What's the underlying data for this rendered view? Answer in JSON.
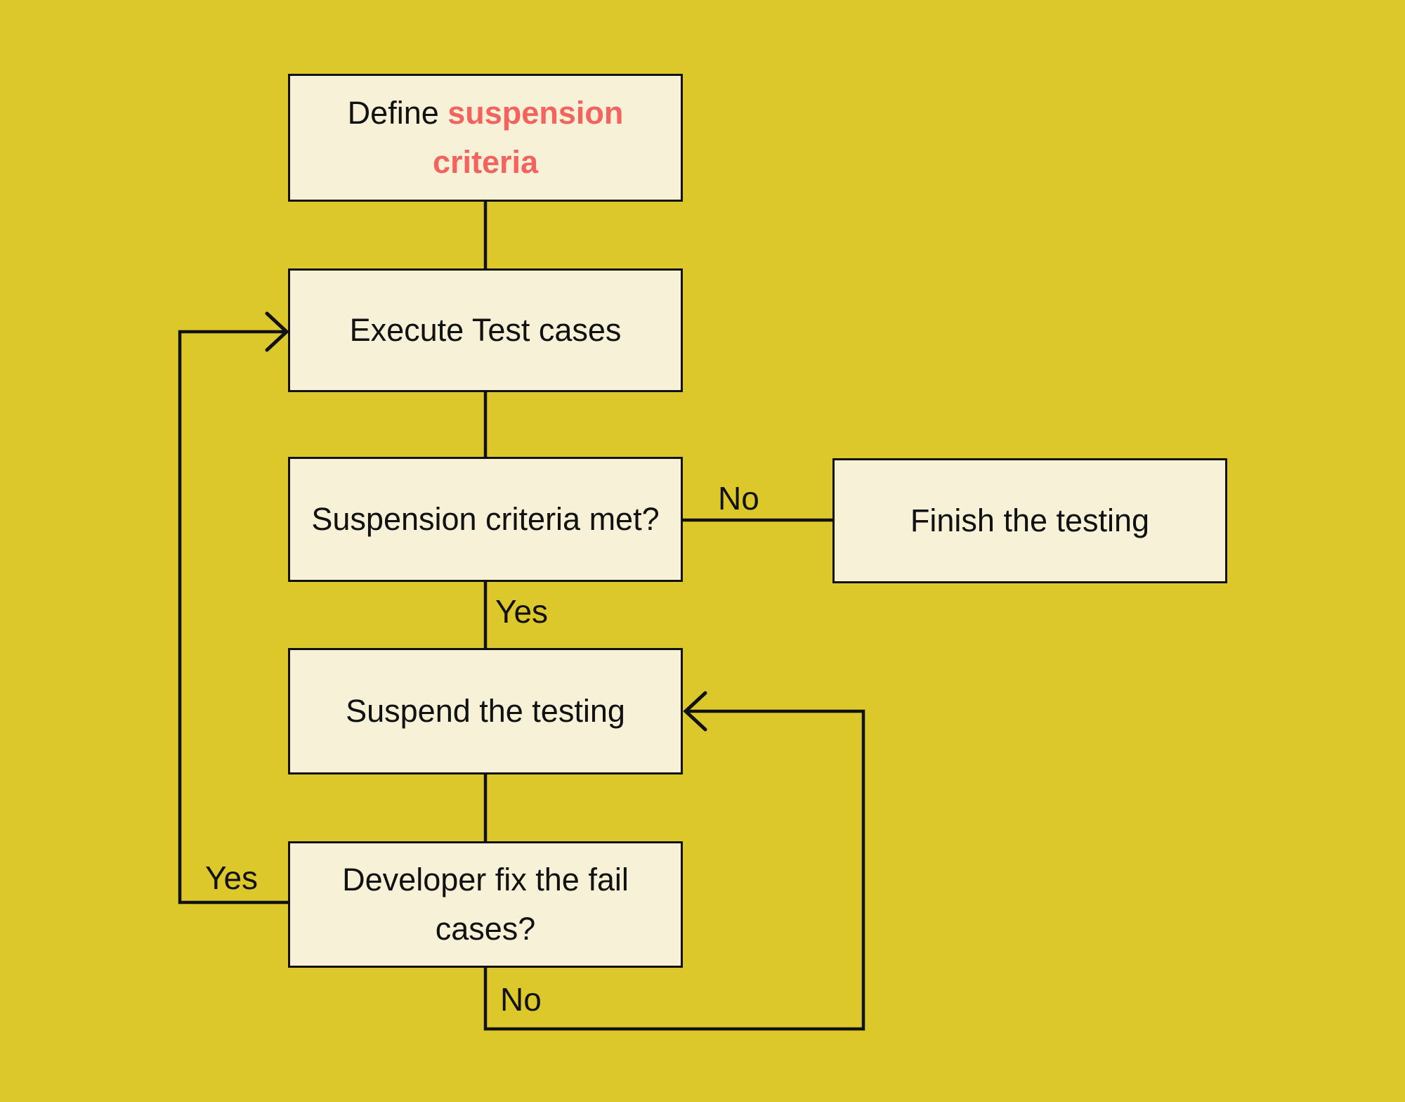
{
  "canvas": {
    "background_color": "#ddc82b",
    "node_fill_color": "#f7f1d7",
    "line_color": "#111111",
    "text_color": "#111111",
    "accent_text_color": "#f4635e"
  },
  "diagram": {
    "type": "flowchart",
    "nodes": [
      {
        "id": "define",
        "label_prefix": "Define ",
        "label_accent": "suspension criteria"
      },
      {
        "id": "execute",
        "label": "Execute Test cases"
      },
      {
        "id": "criteria_met",
        "label": "Suspension criteria met?"
      },
      {
        "id": "finish",
        "label": "Finish the testing"
      },
      {
        "id": "suspend",
        "label": "Suspend the testing"
      },
      {
        "id": "developer_fix",
        "label": "Developer fix the fail cases?"
      }
    ],
    "edges": [
      {
        "from": "define",
        "to": "execute",
        "label": ""
      },
      {
        "from": "execute",
        "to": "criteria_met",
        "label": ""
      },
      {
        "from": "criteria_met",
        "to": "finish",
        "label": "No"
      },
      {
        "from": "criteria_met",
        "to": "suspend",
        "label": "Yes"
      },
      {
        "from": "suspend",
        "to": "developer_fix",
        "label": ""
      },
      {
        "from": "developer_fix",
        "to": "execute",
        "label": "Yes"
      },
      {
        "from": "developer_fix",
        "to": "suspend",
        "label": "No"
      }
    ],
    "edge_labels": {
      "no_to_finish": "No",
      "yes_to_suspend": "Yes",
      "yes_loop_to_execute": "Yes",
      "no_loop_to_suspend": "No"
    }
  }
}
